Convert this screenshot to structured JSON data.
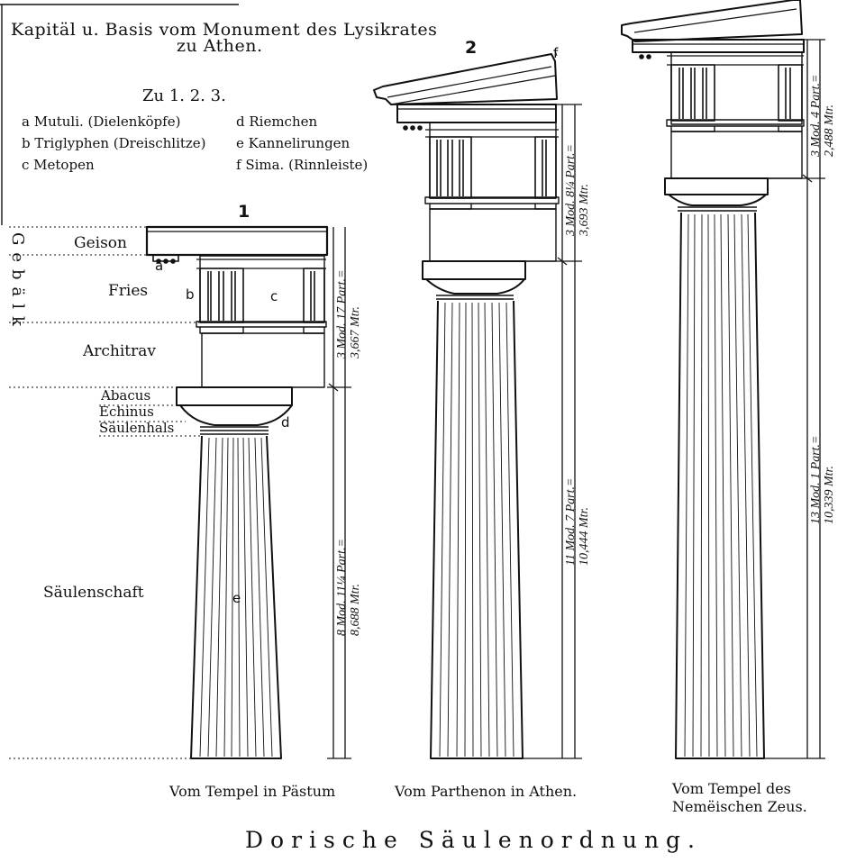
{
  "title": {
    "line1": "Kapitäl u. Basis vom Monument des Lysikrates",
    "line2": "zu Athen."
  },
  "key": {
    "heading": "Zu 1. 2. 3.",
    "items": [
      "a Mutuli. (Dielenköpfe)",
      "b Triglyphen (Dreischlitze)",
      "c Metopen",
      "d Riemchen",
      "e Kannelirungen",
      "f Sima. (Rinnleiste)"
    ]
  },
  "column_numbers": [
    "1",
    "2"
  ],
  "parts": {
    "gebalk": "Gebälk",
    "geison": "Geison",
    "fries": "Fries",
    "architrav": "Architrav",
    "abacus": "Abacus",
    "echinus": "Echinus",
    "saulenhals": "Säulenhals",
    "saulenschaft": "Säulenschaft"
  },
  "letters": {
    "a": "a",
    "b": "b",
    "c": "c",
    "d": "d",
    "e": "e",
    "f": "f"
  },
  "dimensions": {
    "col1_entablature": {
      "mod": "3 Mod. 17 Part.=",
      "mtr": "3,667 Mtr."
    },
    "col1_shaft": {
      "mod": "8 Mod. 11¼ Part.=",
      "mtr": "8,688 Mtr."
    },
    "col2_entablature": {
      "mod": "3 Mod. 8¼ Part.=",
      "mtr": "3,693 Mtr."
    },
    "col2_shaft": {
      "mod": "11 Mod. 7 Part.=",
      "mtr": "10,444 Mtr."
    },
    "col3_entablature": {
      "mod": "3 Mod. 4 Part.=",
      "mtr": "2,488 Mtr."
    },
    "col3_shaft": {
      "mod": "13 Mod. 1 Part.=",
      "mtr": "10,339 Mtr."
    }
  },
  "captions": {
    "col1": "Vom Tempel in Pästum",
    "col2": "Vom Parthenon in Athen.",
    "col3_line1": "Vom Tempel des",
    "col3_line2": "Nemëischen Zeus."
  },
  "footer": "Dorische Säulenordnung."
}
